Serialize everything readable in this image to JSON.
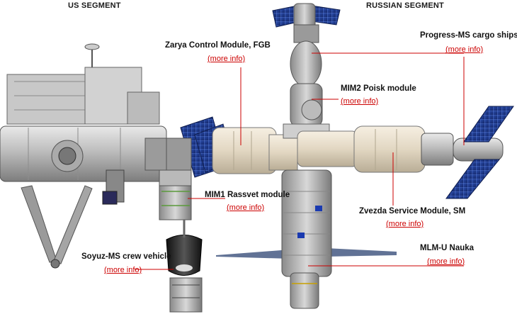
{
  "segments": {
    "us": "US SEGMENT",
    "russian": "RUSSIAN SEGMENT"
  },
  "more_info_text": "(more info)",
  "leader_color": "#cc0000",
  "callouts": [
    {
      "id": "zarya",
      "label": "Zarya Control Module, FGB"
    },
    {
      "id": "progress",
      "label": "Progress-MS cargo ships"
    },
    {
      "id": "poisk",
      "label": "MIM2 Poisk module"
    },
    {
      "id": "rassvet",
      "label": "MIM1 Rassvet module"
    },
    {
      "id": "zvezda",
      "label": "Zvezda Service Module, SM"
    },
    {
      "id": "nauka",
      "label": "MLM-U Nauka"
    },
    {
      "id": "soyuz",
      "label": "Soyuz-MS crew vehicle"
    }
  ]
}
